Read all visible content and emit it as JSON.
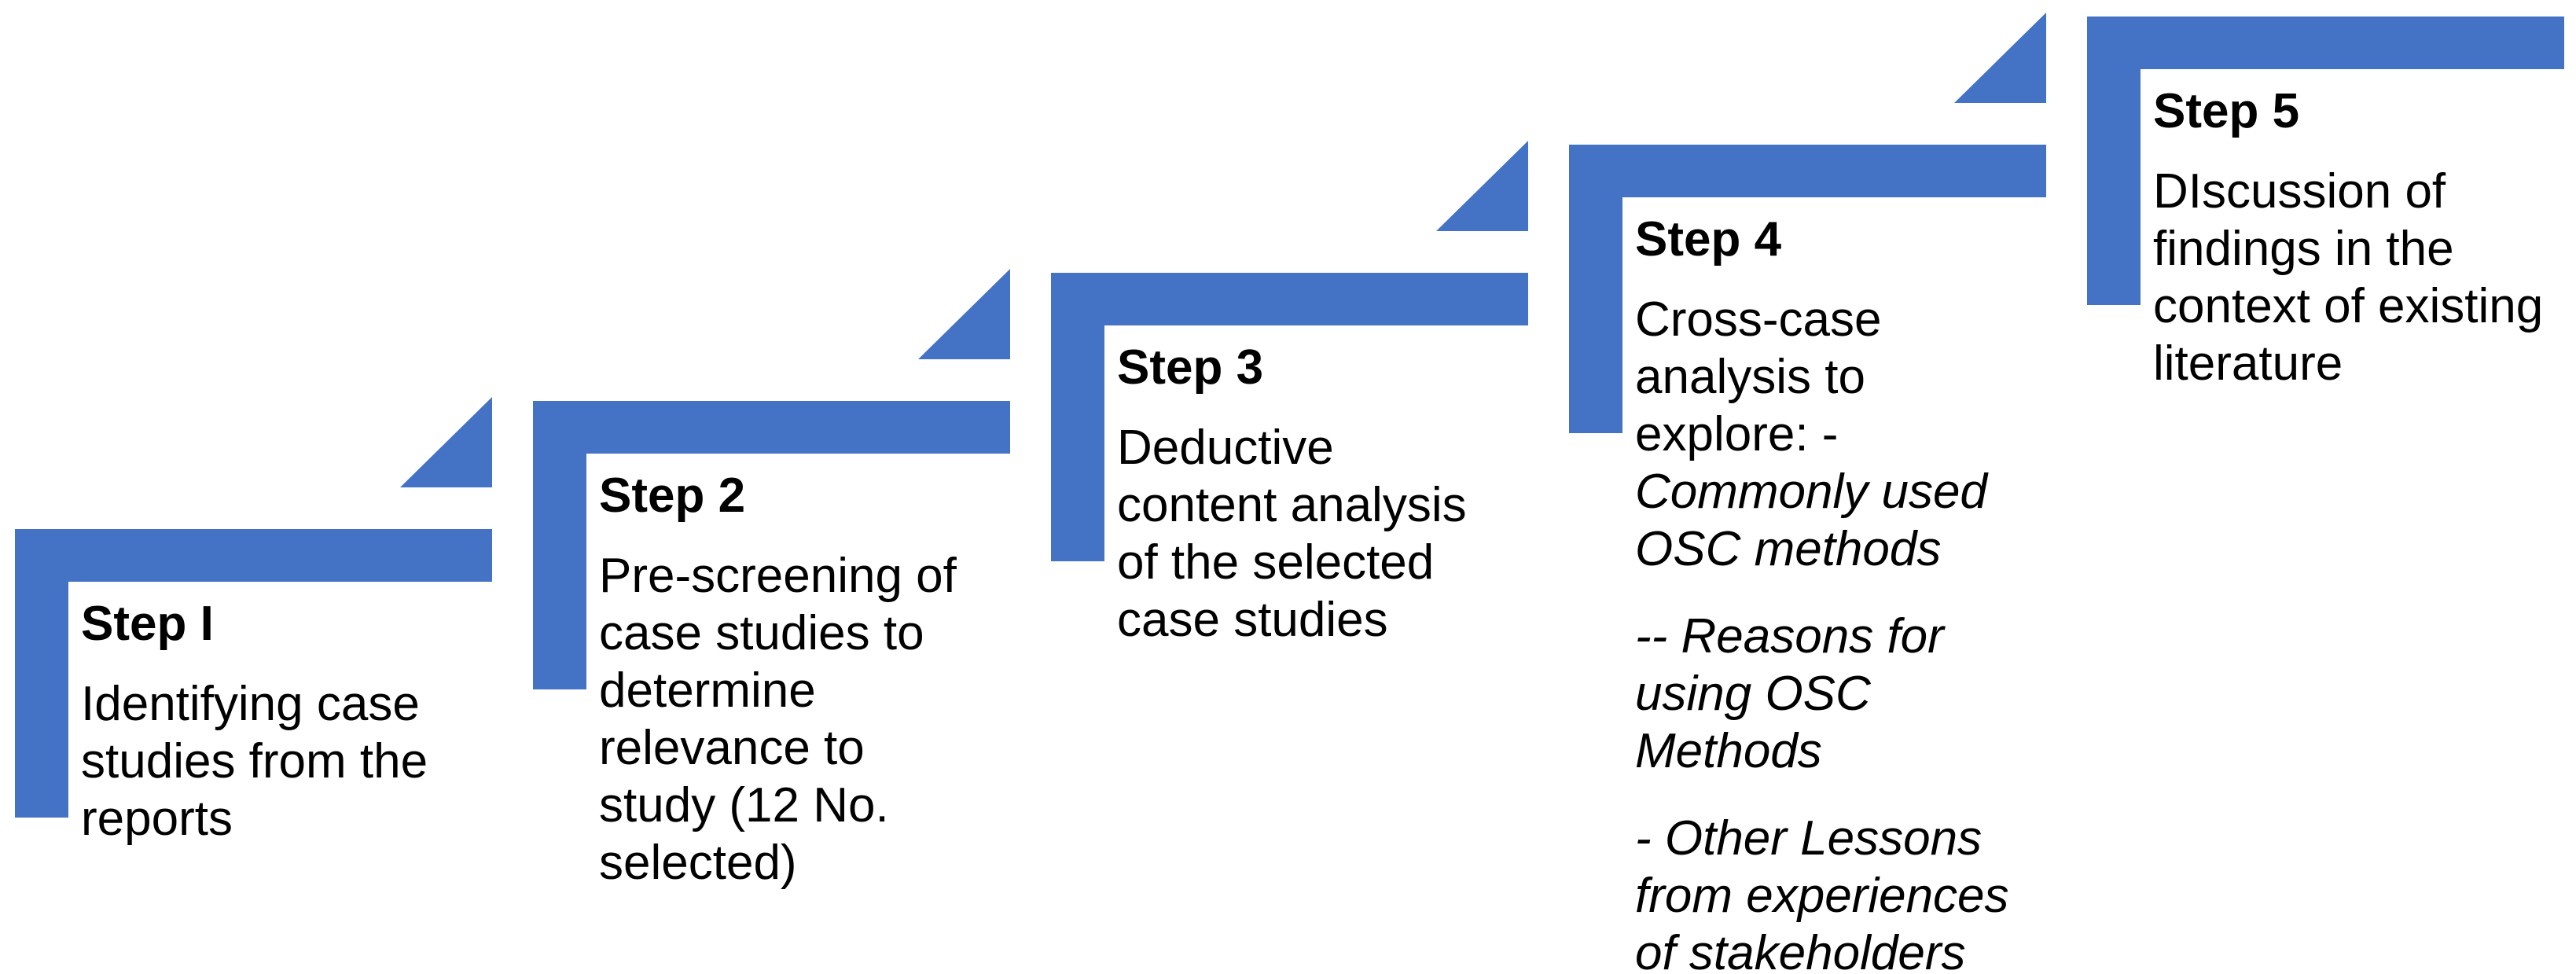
{
  "diagram": {
    "accent_color": "#4472C4",
    "text_color": "#000000",
    "background_color": "#FFFFFF",
    "steps": [
      {
        "title": "Step I",
        "paragraphs": [
          {
            "italic": false,
            "gap_before": false,
            "lines": [
              "Identifying case",
              "studies from the",
              "reports"
            ]
          }
        ]
      },
      {
        "title": "Step 2",
        "paragraphs": [
          {
            "italic": false,
            "gap_before": false,
            "lines": [
              "Pre-screening of",
              "case studies to",
              "determine",
              "relevance to",
              "study (12 No.",
              "selected)"
            ]
          }
        ]
      },
      {
        "title": "Step 3",
        "paragraphs": [
          {
            "italic": false,
            "gap_before": false,
            "lines": [
              "Deductive",
              "content analysis",
              "of the selected",
              "case studies"
            ]
          }
        ]
      },
      {
        "title": "Step 4",
        "paragraphs": [
          {
            "italic": false,
            "gap_before": false,
            "lines": [
              "Cross-case",
              "analysis to",
              "explore: -"
            ]
          },
          {
            "italic": true,
            "gap_before": false,
            "lines": [
              "Commonly used",
              "OSC methods"
            ]
          },
          {
            "italic": true,
            "gap_before": true,
            "lines": [
              "-- Reasons for",
              "using OSC",
              "Methods"
            ]
          },
          {
            "italic": true,
            "gap_before": true,
            "lines": [
              "- Other Lessons",
              "from experiences",
              "of stakeholders"
            ]
          }
        ]
      },
      {
        "title": "Step 5",
        "paragraphs": [
          {
            "italic": false,
            "gap_before": false,
            "lines": [
              "DIscussion of",
              "findings in the",
              "context of existing",
              "literature"
            ]
          }
        ]
      }
    ]
  }
}
